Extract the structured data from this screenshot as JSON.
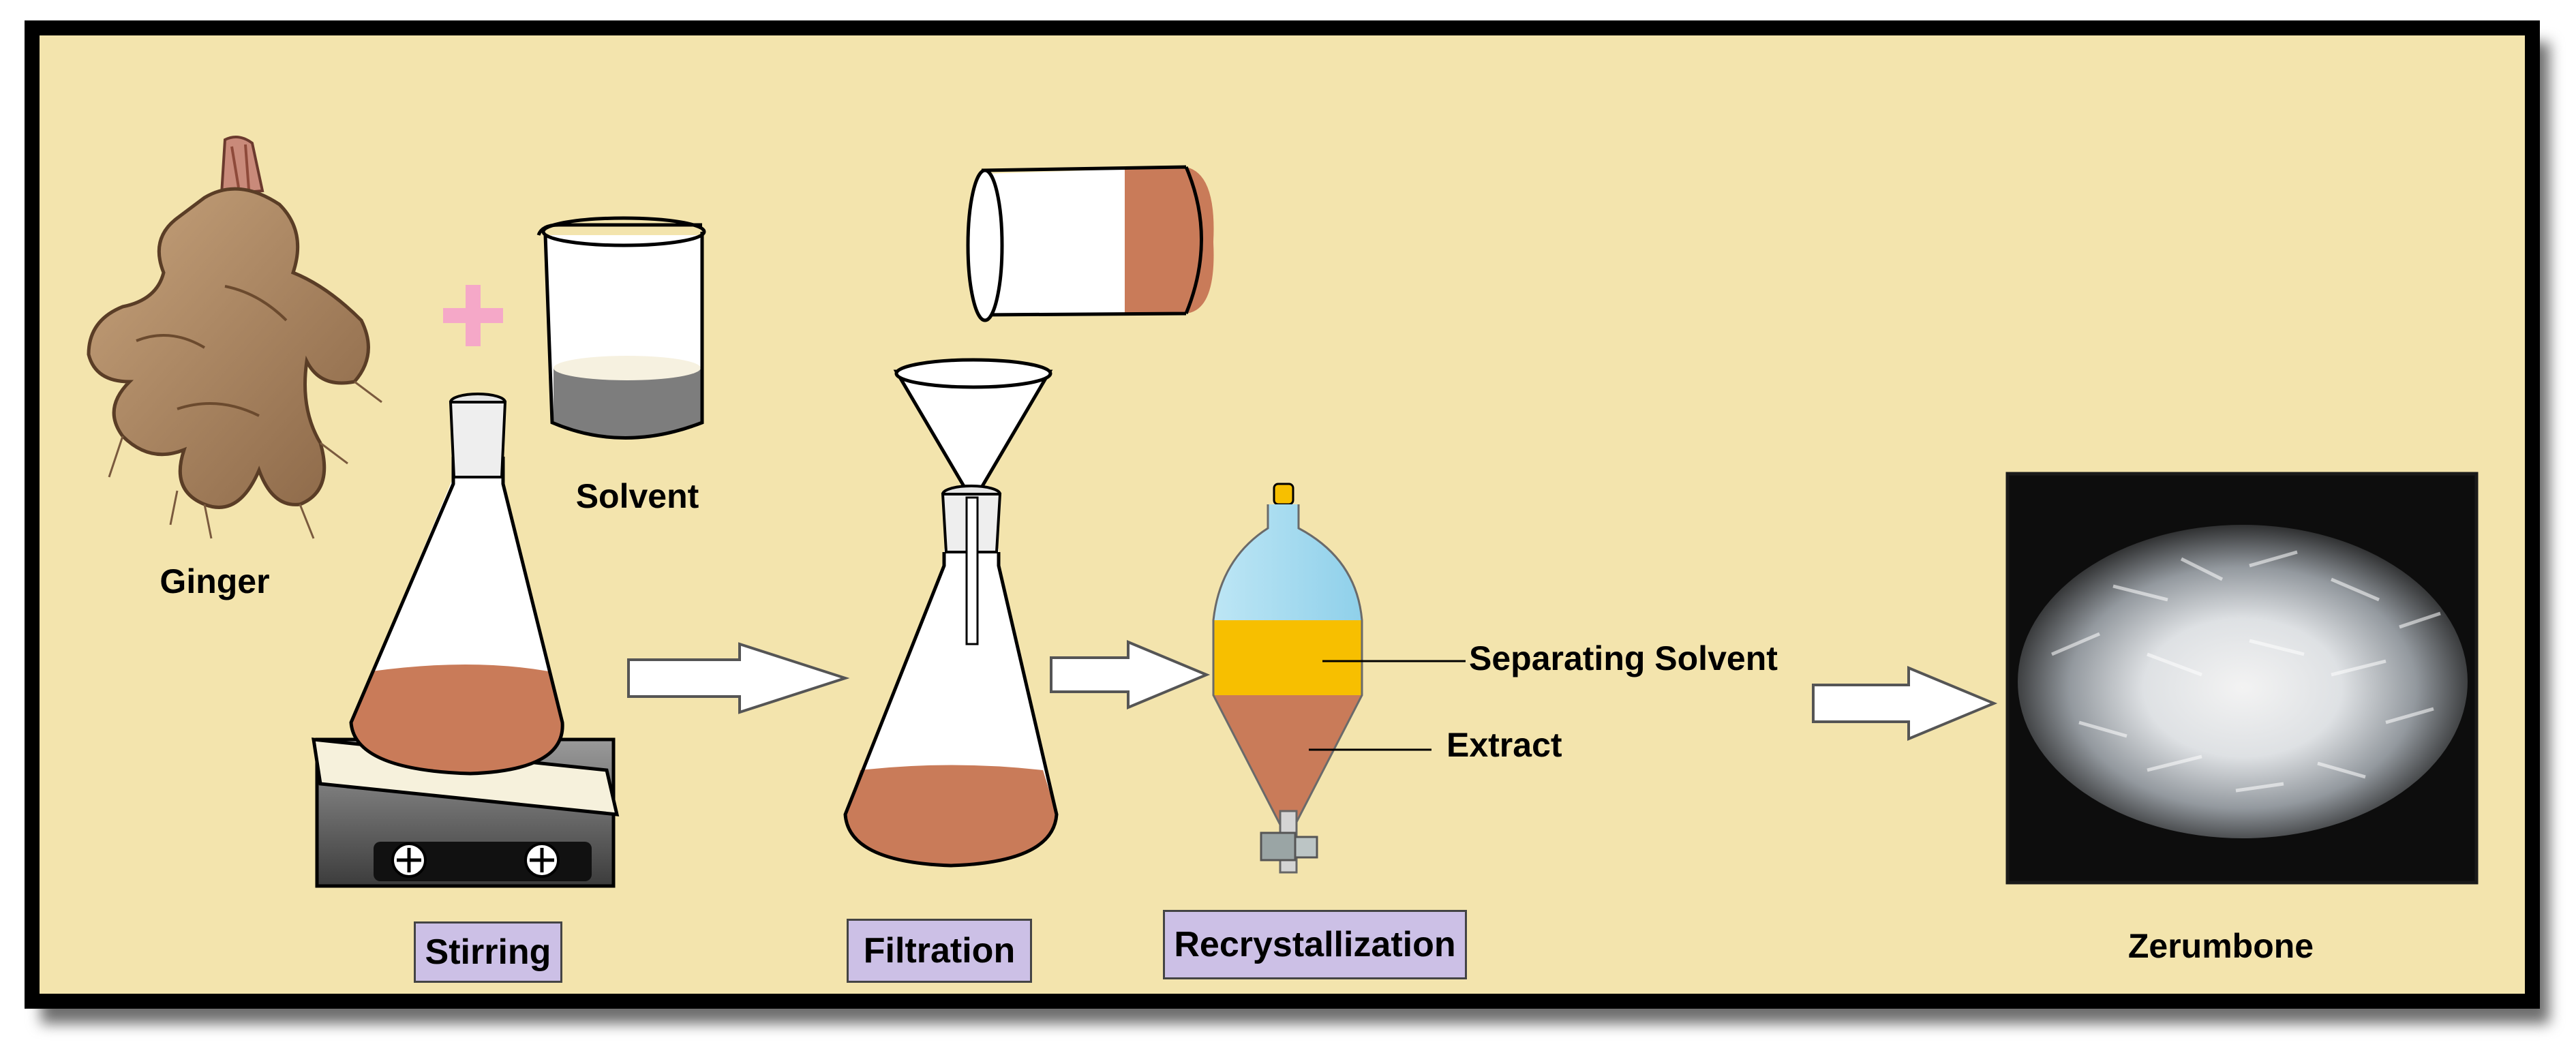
{
  "diagram": {
    "labels": {
      "ginger": "Ginger",
      "solvent": "Solvent",
      "separating_solvent": "Separating Solvent",
      "extract": "Extract",
      "product": "Zerumbone"
    },
    "steps": [
      "Stirring",
      "Filtration",
      "Recrystallization"
    ],
    "icons": {
      "plus": "plus-icon",
      "ginger": "ginger-rhizome-image",
      "beaker": "beaker-icon",
      "flask": "erlenmeyer-flask-icon",
      "hotplate": "magnetic-stirrer-hotplate-icon",
      "funnel": "funnel-icon",
      "separatory_funnel": "separatory-funnel-icon",
      "arrow": "right-arrow-icon",
      "crystals": "zerumbone-crystals-image"
    },
    "colors": {
      "background": "#f3e4ad",
      "border": "#000000",
      "step_box": "#ccc0e6",
      "extract_brown": "#c97b59",
      "separating_yellow": "#f7bf00",
      "solvent_gray": "#7d7d7d",
      "plus_pink": "#f5a8c8",
      "funnel_blue": "#a9dcef"
    }
  }
}
